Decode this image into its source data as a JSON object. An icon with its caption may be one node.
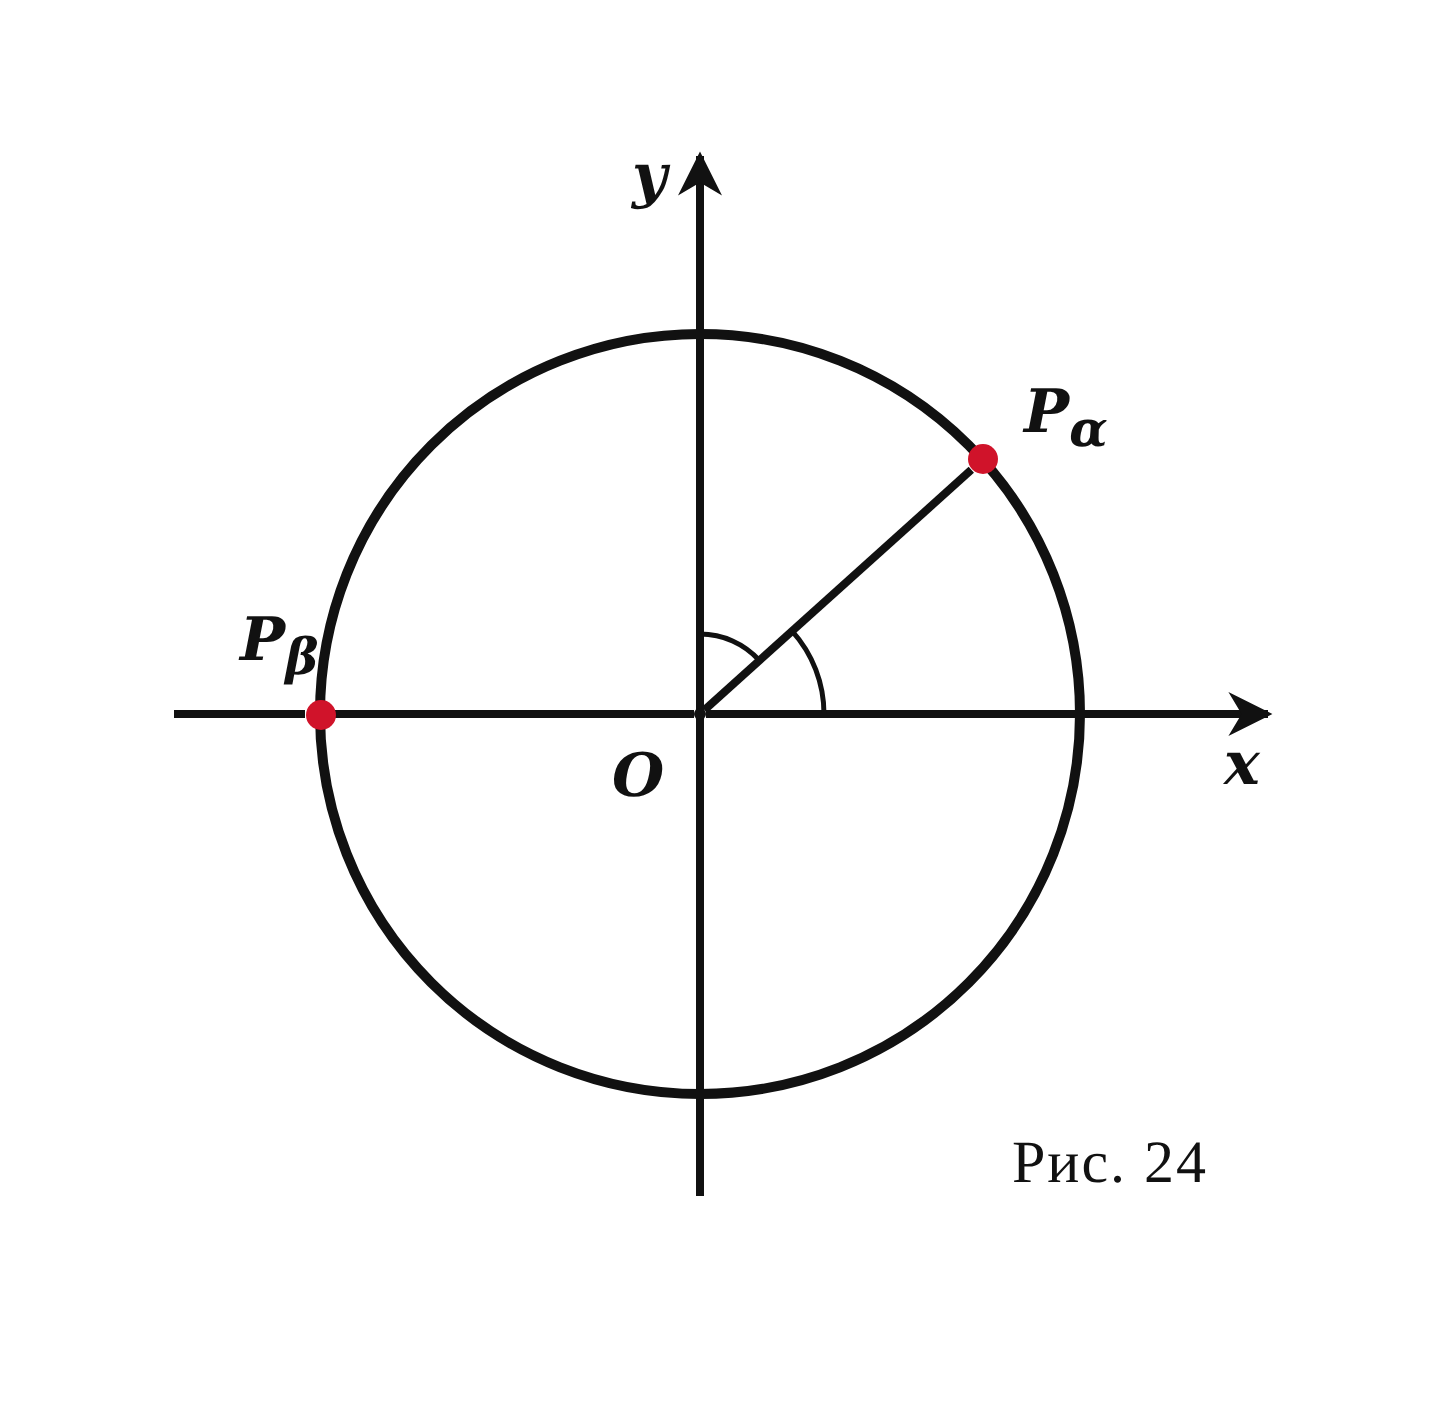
{
  "diagram": {
    "nodes": [
      {
        "text": [],
        "shape": "circle",
        "beside": [
          "O"
        ]
      },
      {
        "text": [],
        "shape": "circle",
        "beside": [
          "P$_{α}$"
        ]
      },
      {
        "text": [],
        "shape": "circle",
        "beside": [
          "P$_{β}$"
        ]
      }
    ],
    "edges": [
      {
        "from": 0,
        "to": 1,
        "arrow": "none"
      },
      {
        "from": 0,
        "to": 2,
        "arrow": "none"
      }
    ],
    "labels": [
      "y",
      "x",
      "Рис. 24"
    ]
  }
}
